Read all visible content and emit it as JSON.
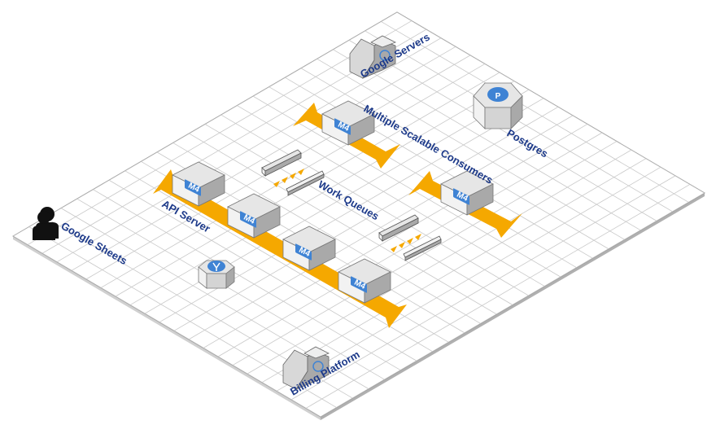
{
  "diagram": {
    "labels": {
      "google_servers": "Google Servers",
      "postgres": "Postgres",
      "multiple_scalable_consumers": "Multiple Scalable Consumers",
      "work_queues": "Work Queues",
      "api_server": "API Server",
      "google_sheets": "Google Sheets",
      "billing_platform": "Billing Platform"
    },
    "instance_badge": "M4",
    "postgres_badge": "P",
    "colors": {
      "grid_line": "#c8c8c8",
      "arrow": "#f5a800",
      "box_top": "#e6e6e6",
      "box_left": "#f2f2f2",
      "box_right": "#a9a9a9",
      "badge": "#3f83d4",
      "label": "#1d3a8a",
      "user_icon": "#111111"
    },
    "icons": [
      "ec2-instance-icon",
      "sqs-queue-icon",
      "postgres-db-icon",
      "user-icon",
      "google-servers-icon",
      "billing-platform-icon",
      "fork-icon"
    ]
  }
}
